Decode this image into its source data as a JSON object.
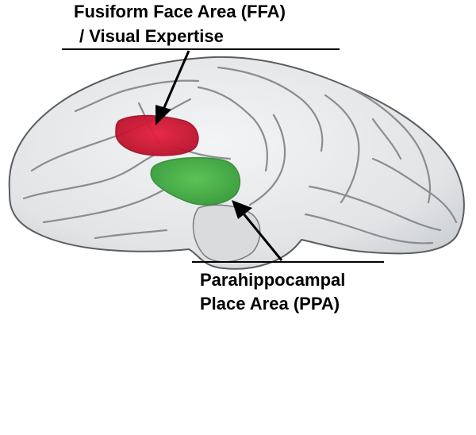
{
  "figure": {
    "labels": {
      "ffa": {
        "line1": "Fusiform Face Area (FFA)",
        "line2": "/ Visual Expertise"
      },
      "ppa": {
        "line1": "Parahippocampal",
        "line2": "Place Area (PPA)"
      }
    },
    "regions": {
      "ffa_color": "#d81b3a",
      "ppa_color": "#3fae3f"
    },
    "colors": {
      "brain_fill": "#e4e6e8",
      "sulcus": "#8a8d91",
      "outline": "#5a5d61",
      "text": "#000000"
    }
  }
}
